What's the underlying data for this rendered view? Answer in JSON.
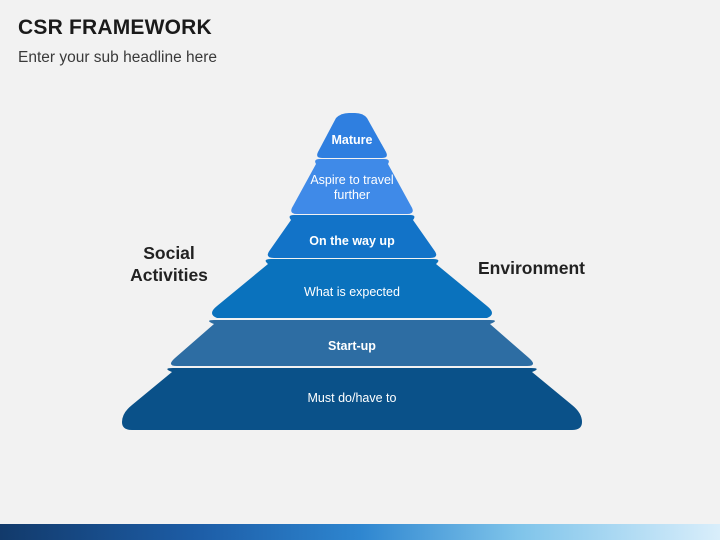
{
  "header": {
    "title": "CSR FRAMEWORK",
    "subtitle": "Enter your sub headline here"
  },
  "side_labels": {
    "left": "Social Activities",
    "left_line1": "Social",
    "left_line2": "Activities",
    "right": "Environment"
  },
  "pyramid": {
    "layers": [
      {
        "id": "mature",
        "label": "Mature",
        "color": "#2f7fe0",
        "bold": true
      },
      {
        "id": "aspire",
        "label": "Aspire to travel further",
        "line1": "Aspire to travel",
        "line2": "further",
        "color": "#3f8ae8",
        "bold": false
      },
      {
        "id": "on-the-way-up",
        "label": "On the way up",
        "color": "#1273c8",
        "bold": true
      },
      {
        "id": "what-is-expected",
        "label": "What is expected",
        "color": "#0a72bd",
        "bold": false
      },
      {
        "id": "start-up",
        "label": "Start-up",
        "color": "#2d6da3",
        "bold": true
      },
      {
        "id": "must-do-have-to",
        "label": "Must do/have to",
        "color": "#0a5189",
        "bold": false
      }
    ]
  },
  "colors": {
    "background": "#f2f2f2",
    "title": "#1a1a1a",
    "accent": "#0a72bd"
  }
}
